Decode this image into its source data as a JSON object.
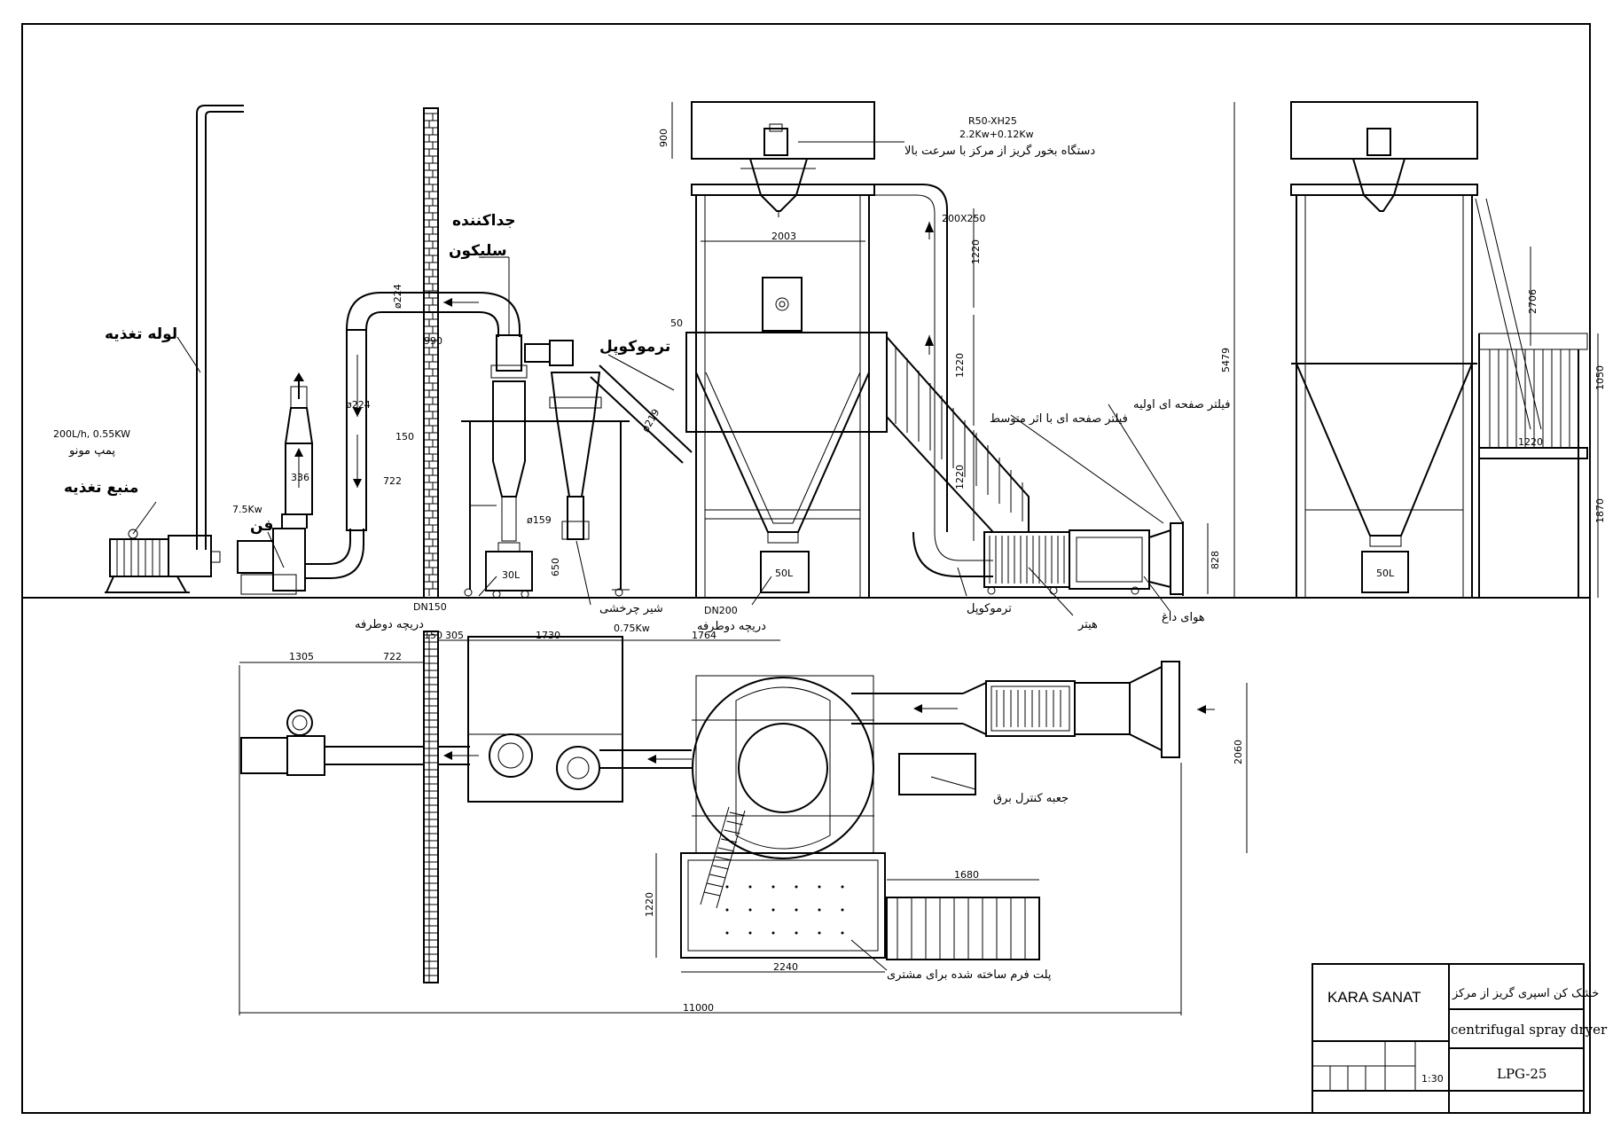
{
  "labels": {
    "feed_pipe": "لوله تغذیه",
    "pump_spec": "200L/h, 0.55KW",
    "pump_name": "پمپ مونو",
    "feed_source": "منبع تغذیه",
    "fan_power": "7.5Kw",
    "fan": "فن",
    "cyclone_line1": "جداکننده",
    "cyclone_line2": "سلیکون",
    "thermocouple_top": "ترموکوپل",
    "atomizer_model": "R50-XH25",
    "atomizer_power": "2.2Kw+0.12Kw",
    "atomizer_desc": "دستگاه بخور گریز از مرکز با سرعت بالا",
    "primary_filter": "فیلتر صفحه ای اولیه",
    "medium_filter": "فیلتر صفحه ای با اثر متوسط",
    "dn150": "DN150",
    "double_valve_1": "دریچه دوطرفه",
    "rotary_valve": "شیر چرخشی",
    "rotary_power": "0.75Kw",
    "dn200": "DN200",
    "double_valve_2": "دریچه دوطرفه",
    "thermocouple_bottom": "ترموکوپل",
    "heater": "هیتر",
    "hot_air": "هوای داغ",
    "control_box": "جعبه کنترل برق",
    "platform": "پلت فرم ساخته شده برای مشتری"
  },
  "dims": {
    "d900": "900",
    "d2003": "2003",
    "d50": "50",
    "d200x250": "200X250",
    "d1220a": "1220",
    "d1220b": "1220",
    "d1220c": "1220",
    "d5479": "5479",
    "d2706": "2706",
    "d1050": "1050",
    "d1220r": "1220",
    "d1870": "1870",
    "d224a": "ø224",
    "d224b": "ø224",
    "d990": "990",
    "d150": "150",
    "d722": "722",
    "d336": "336",
    "d219": "ø219",
    "d159": "ø159",
    "d650": "650",
    "d828": "828",
    "d30l": "30L",
    "d50l_a": "50L",
    "d50l_b": "50L",
    "p150": "150",
    "p305": "305",
    "p1730": "1730",
    "p1764": "1764",
    "p1305": "1305",
    "p722": "722",
    "p2060": "2060",
    "p1680": "1680",
    "p1220": "1220",
    "p2240": "2240",
    "p11000": "11000"
  },
  "title_block": {
    "company": "KARA SANAT",
    "title_fa": "خشک کن اسپری گریز از مرکز",
    "title_en": "centrifugal spray dryer",
    "scale": "1:30",
    "model": "LPG-25"
  }
}
